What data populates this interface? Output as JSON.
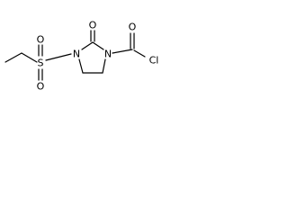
{
  "atoms": {
    "S": "S",
    "O_sulfonyl_top": "O",
    "O_sulfonyl_bottom": "O",
    "N1": "N",
    "N3": "N",
    "O_carbonyl_ring": "O",
    "O_carbonyl_chloride": "O",
    "Cl": "Cl"
  },
  "colors": {
    "bond": "#000000",
    "label": "#000000",
    "background": "#ffffff"
  }
}
